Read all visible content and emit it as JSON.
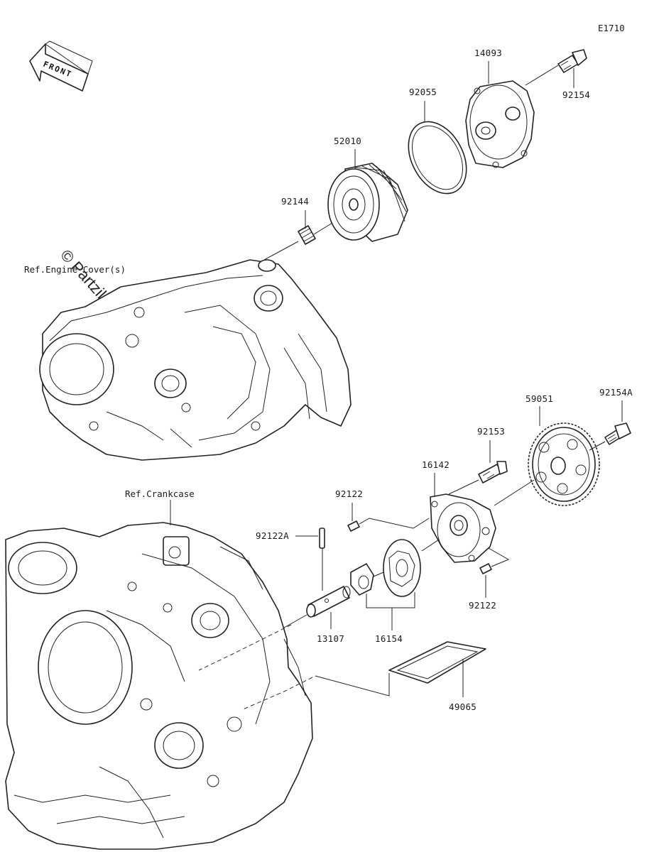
{
  "diagram_code": "E1710",
  "front_label": "FRONT",
  "watermark": "© Partzilla.com",
  "ref_labels": {
    "engine_cover": "Ref.Engine Cover(s)",
    "crankcase": "Ref.Crankcase"
  },
  "parts": {
    "p14093": "14093",
    "p92154": "92154",
    "p92055": "92055",
    "p52010": "52010",
    "p92144": "92144",
    "p59051": "59051",
    "p92154A": "92154A",
    "p92153": "92153",
    "p16142": "16142",
    "p92122_top": "92122",
    "p92122A": "92122A",
    "p92122_bottom": "92122",
    "p13107": "13107",
    "p16154": "16154",
    "p49065": "49065"
  }
}
